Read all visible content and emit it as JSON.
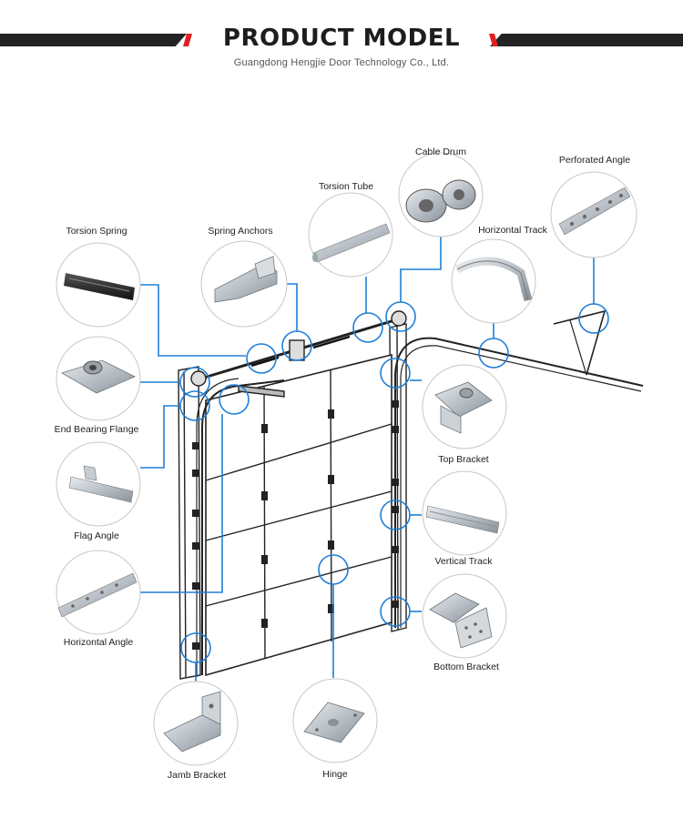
{
  "header": {
    "title": "PRODUCT MODEL",
    "subtitle": "Guangdong Hengjie Door Technology Co., Ltd."
  },
  "colors": {
    "accent": "#e02020",
    "bar": "#232323",
    "callout": "#1e7fd8",
    "line": "#222222"
  },
  "parts": [
    {
      "id": "torsion-spring",
      "label": "Torsion Spring",
      "icon": "torsion-spring-icon"
    },
    {
      "id": "spring-anchors",
      "label": "Spring Anchors",
      "icon": "spring-anchor-icon"
    },
    {
      "id": "torsion-tube",
      "label": "Torsion Tube",
      "icon": "torsion-tube-icon"
    },
    {
      "id": "cable-drum",
      "label": "Cable Drum",
      "icon": "cable-drum-icon"
    },
    {
      "id": "perforated-angle",
      "label": "Perforated Angle",
      "icon": "perforated-angle-icon"
    },
    {
      "id": "horizontal-track",
      "label": "Horizontal Track",
      "icon": "horizontal-track-icon"
    },
    {
      "id": "end-bearing-flange",
      "label": "End Bearing Flange",
      "icon": "end-bearing-flange-icon"
    },
    {
      "id": "flag-angle",
      "label": "Flag Angle",
      "icon": "flag-angle-icon"
    },
    {
      "id": "horizontal-angle",
      "label": "Horizontal Angle",
      "icon": "horizontal-angle-icon"
    },
    {
      "id": "top-bracket",
      "label": "Top Bracket",
      "icon": "top-bracket-icon"
    },
    {
      "id": "vertical-track",
      "label": "Vertical Track",
      "icon": "vertical-track-icon"
    },
    {
      "id": "bottom-bracket",
      "label": "Bottom Bracket",
      "icon": "bottom-bracket-icon"
    },
    {
      "id": "jamb-bracket",
      "label": "Jamb Bracket",
      "icon": "jamb-bracket-icon"
    },
    {
      "id": "hinge",
      "label": "Hinge",
      "icon": "hinge-icon"
    }
  ]
}
